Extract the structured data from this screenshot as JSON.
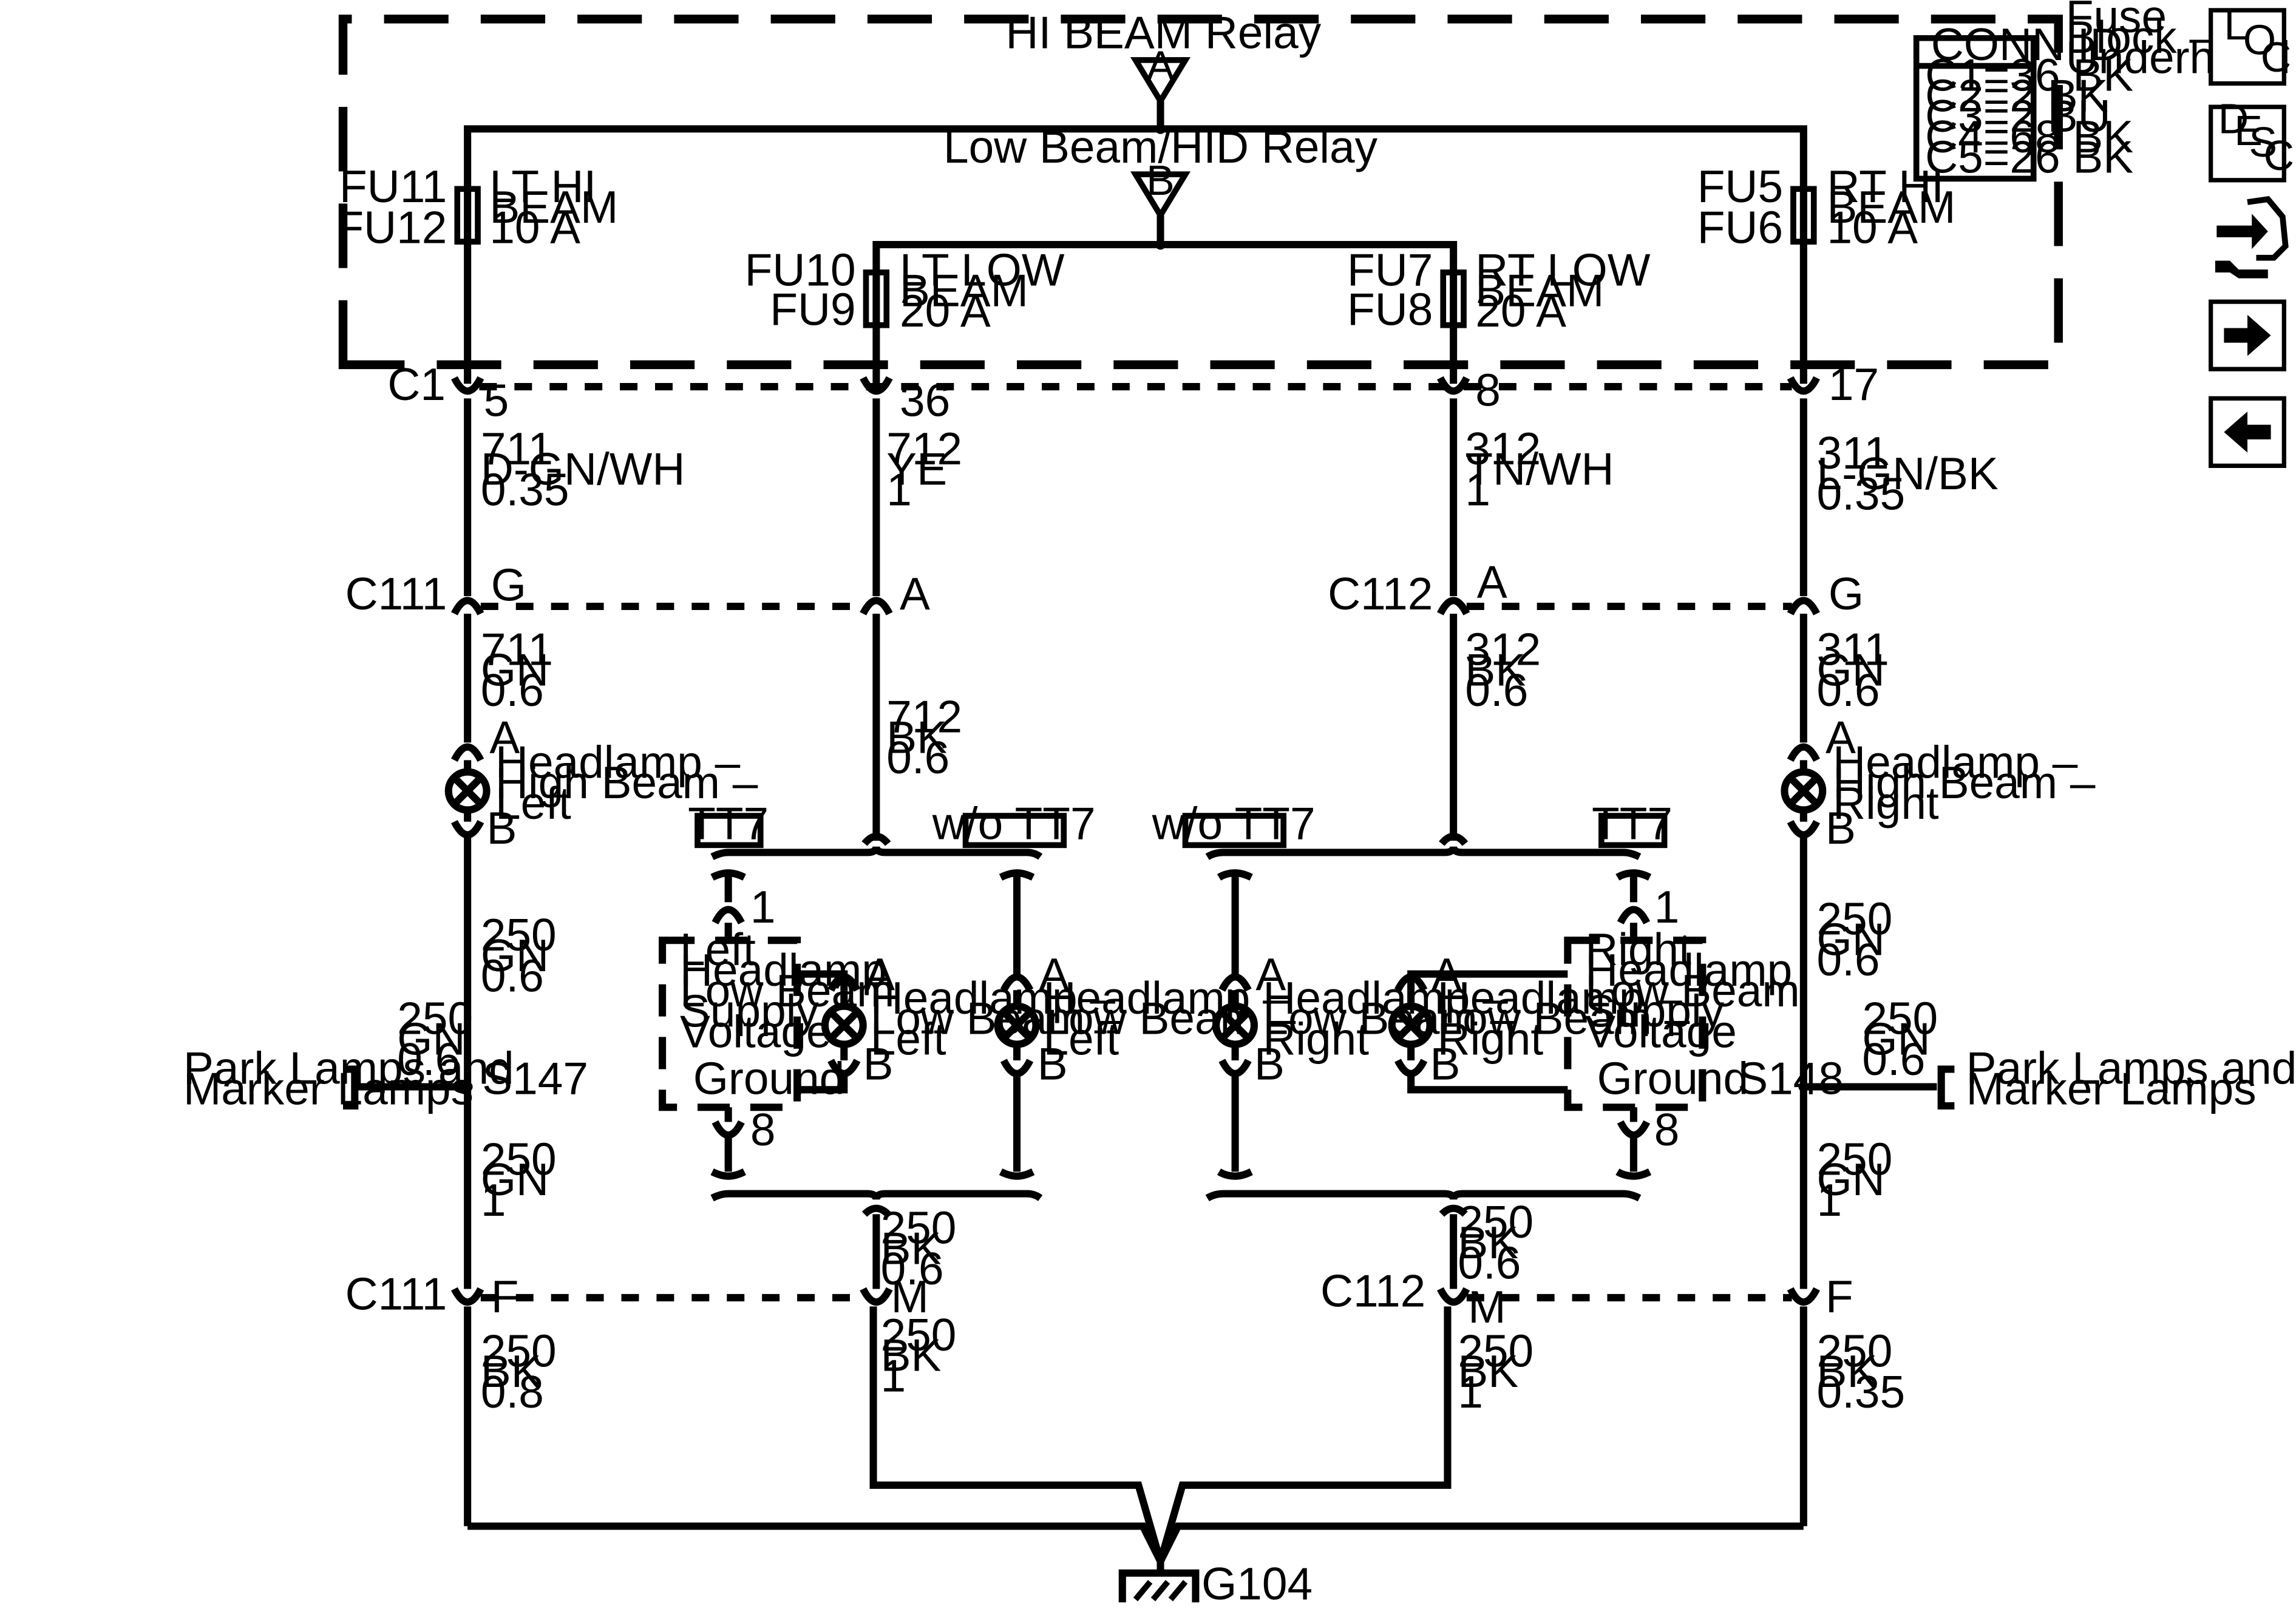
{
  "fuse_block": {
    "label_lines": [
      "Fuse",
      "Block –",
      "Underhood"
    ]
  },
  "conn_id": {
    "title": "CONN ID",
    "lines": [
      "C1=36 BK",
      "C2=2 BK",
      "C3=2 BU",
      "C4=68 BK",
      "C5=26 BK"
    ]
  },
  "relays": {
    "hi": {
      "label": "HI BEAM Relay",
      "pin": "A"
    },
    "low": {
      "label": "Low Beam/HID Relay",
      "pin": "B"
    }
  },
  "fuses": {
    "lt_hi": {
      "top": "FU11",
      "bottom": "FU12",
      "lines": [
        "LT HI",
        "BEAM",
        "10 A"
      ]
    },
    "rt_hi": {
      "top": "FU5",
      "bottom": "FU6",
      "lines": [
        "RT HI",
        "BEAM",
        "10 A"
      ]
    },
    "lt_low": {
      "top": "FU10",
      "bottom": "FU9",
      "lines": [
        "LT LOW",
        "BEAM",
        "20 A"
      ]
    },
    "rt_low": {
      "top": "FU7",
      "bottom": "FU8",
      "lines": [
        "RT LOW",
        "BEAM",
        "20 A"
      ]
    }
  },
  "connectors": {
    "c1": {
      "name": "C1",
      "pins": [
        "5",
        "36",
        "8",
        "17"
      ]
    },
    "c111_top": {
      "name": "C111",
      "pins": [
        "G",
        "A"
      ]
    },
    "c112_top": {
      "name": "C112",
      "pins": [
        "A",
        "G"
      ]
    },
    "c111_bottom": {
      "name": "C111",
      "pins": [
        "F",
        "M"
      ]
    },
    "c112_bottom": {
      "name": "C112",
      "pins": [
        "M",
        "F"
      ]
    }
  },
  "wires": {
    "w711_top": [
      "711",
      "D-GN/WH",
      "0.35"
    ],
    "w712_top": [
      "712",
      "YE",
      "1"
    ],
    "w312_top": [
      "312",
      "TN/WH",
      "1"
    ],
    "w311_top": [
      "311",
      "L-GN/BK",
      "0.35"
    ],
    "w711_mid": [
      "711",
      "GN",
      "0.6"
    ],
    "w712_mid": [
      "712",
      "BK",
      "0.6"
    ],
    "w312_mid": [
      "312",
      "BK",
      "0.6"
    ],
    "w311_mid": [
      "311",
      "GN",
      "0.6"
    ],
    "w250_left_a": [
      "250",
      "GN",
      "0.6"
    ],
    "w250_left_b": [
      "250",
      "GN",
      "1"
    ],
    "w250_left_park": [
      "250",
      "GN",
      "0.6"
    ],
    "w250_right_a": [
      "250",
      "GN",
      "0.6"
    ],
    "w250_right_b": [
      "250",
      "GN",
      "1"
    ],
    "w250_right_park": [
      "250",
      "GN",
      "0.6"
    ],
    "w250_bk_lc": [
      "250",
      "BK",
      "0.6"
    ],
    "w250_bk_rc": [
      "250",
      "BK",
      "0.6"
    ],
    "w250_bk_l": [
      "250",
      "BK",
      "0.8"
    ],
    "w250_bk_lm": [
      "250",
      "BK",
      "1"
    ],
    "w250_bk_rm": [
      "250",
      "BK",
      "1"
    ],
    "w250_bk_r": [
      "250",
      "BK",
      "0.35"
    ]
  },
  "lamps": {
    "hb_left": {
      "lines": [
        "Headlamp –",
        "High Beam –",
        "Left"
      ],
      "pin_a": "A",
      "pin_b": "B"
    },
    "hb_right": {
      "lines": [
        "Headlamp –",
        "High Beam –",
        "Right"
      ],
      "pin_a": "A",
      "pin_b": "B"
    },
    "lb_left_tt7": {
      "lines": [
        "Headlamp –",
        "Low Beam –",
        "Left"
      ],
      "pin_a": "A",
      "pin_b": "B"
    },
    "lb_left_wo": {
      "lines": [
        "Headlamp –",
        "Low Beam –",
        "Left"
      ],
      "pin_a": "A",
      "pin_b": "B"
    },
    "lb_right_wo": {
      "lines": [
        "Headlamp –",
        "Low Beam –",
        "Right"
      ],
      "pin_a": "A",
      "pin_b": "B"
    },
    "lb_right_tt7": {
      "lines": [
        "Headlamp –",
        "Low Beam –",
        "Right"
      ],
      "pin_a": "A",
      "pin_b": "B"
    }
  },
  "options": {
    "tt7_left": "TT7",
    "wo_left": "w/o TT7",
    "wo_right": "w/o TT7",
    "tt7_right": "TT7"
  },
  "modules": {
    "left": {
      "lines": [
        "Left",
        "Headlamp",
        "Low Beam",
        "Supply",
        "Voltage"
      ],
      "ground": "Ground",
      "pin1": "1",
      "pin8": "8"
    },
    "right": {
      "lines": [
        "Right",
        "Headlamp",
        "Low Beam",
        "Supply",
        "Voltage"
      ],
      "ground": "Ground",
      "pin1": "1",
      "pin8": "8"
    }
  },
  "splices": {
    "left": "S147",
    "right": "S148"
  },
  "park_lamps": {
    "left": [
      "Park Lamps and",
      "Marker Lamps"
    ],
    "right": [
      "Park Lamps and",
      "Marker Lamps"
    ]
  },
  "ground": {
    "label": "G104"
  },
  "nav": {
    "loc": [
      "L",
      "O",
      "C"
    ],
    "desc": [
      "D",
      "E",
      "S",
      "C"
    ],
    "connector_icon": "connector-tool-icon",
    "next_icon": "arrow-right-icon",
    "prev_icon": "arrow-left-icon"
  }
}
